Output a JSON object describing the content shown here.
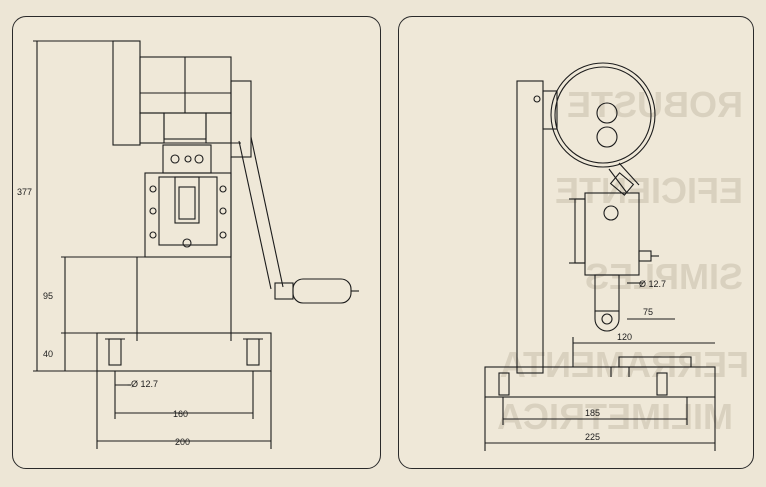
{
  "left_view": {
    "dims": {
      "height_total": "377",
      "height_mid": "95",
      "height_base": "40",
      "bore": "Ø 12.7",
      "width_inner": "160",
      "width_outer": "200"
    }
  },
  "right_view": {
    "dims": {
      "bore": "Ø 12.7",
      "offset": "75",
      "slot_width": "120",
      "width_inner": "185",
      "width_outer": "225"
    },
    "watermark_words": [
      "ROBUSTE",
      "EFICIENTE",
      "SIMPLES",
      "FERRAMENTA",
      "MILIMETRICA"
    ]
  },
  "colors": {
    "line": "#1c1c1c",
    "paper": "#efe8d8",
    "background": "#ede6d6",
    "watermark": "#d9d1bf"
  }
}
